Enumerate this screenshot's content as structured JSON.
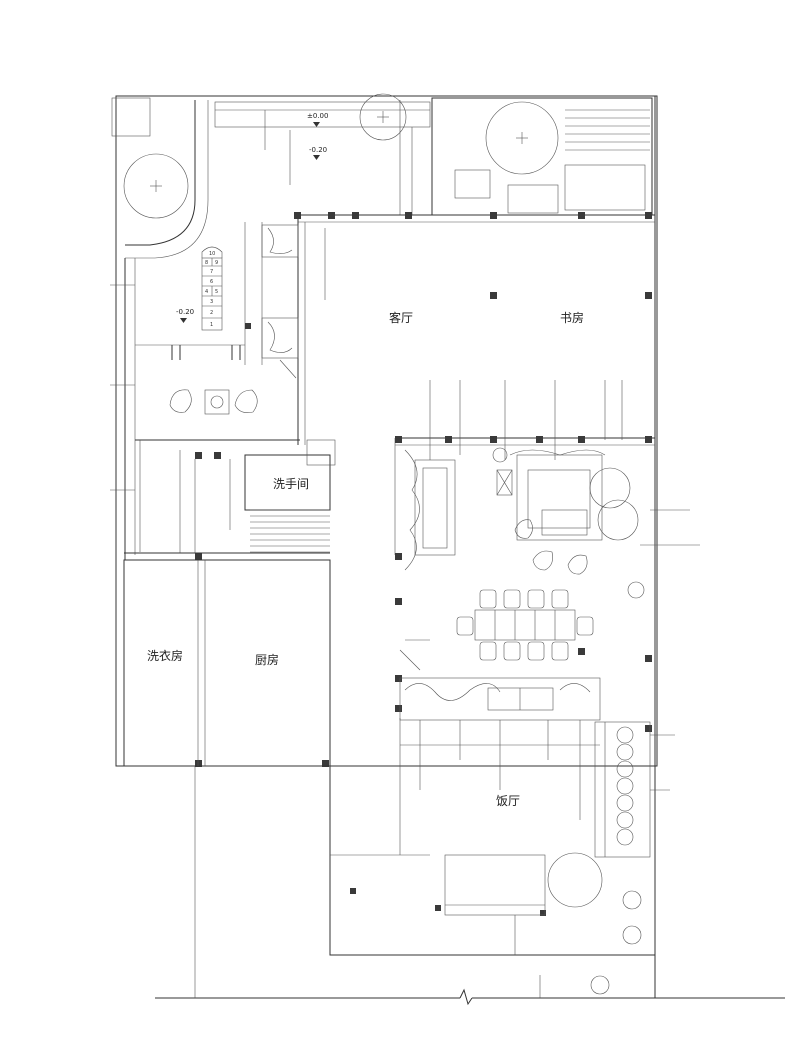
{
  "rooms": {
    "living_room": "客厅",
    "study": "书房",
    "powder_room": "洗手间",
    "laundry_room": "洗衣房",
    "kitchen": "厨房",
    "dining_room": "饭厅"
  },
  "levels": {
    "terrace_top": "±0.00",
    "terrace_step": "-0.20",
    "courtyard": "-0.20"
  },
  "hopscotch": [
    "10",
    "8",
    "9",
    "7",
    "6",
    "4",
    "5",
    "3",
    "2",
    "1"
  ],
  "colors": {
    "line": "#333333",
    "column": "#3a3a3a",
    "background": "#ffffff"
  }
}
